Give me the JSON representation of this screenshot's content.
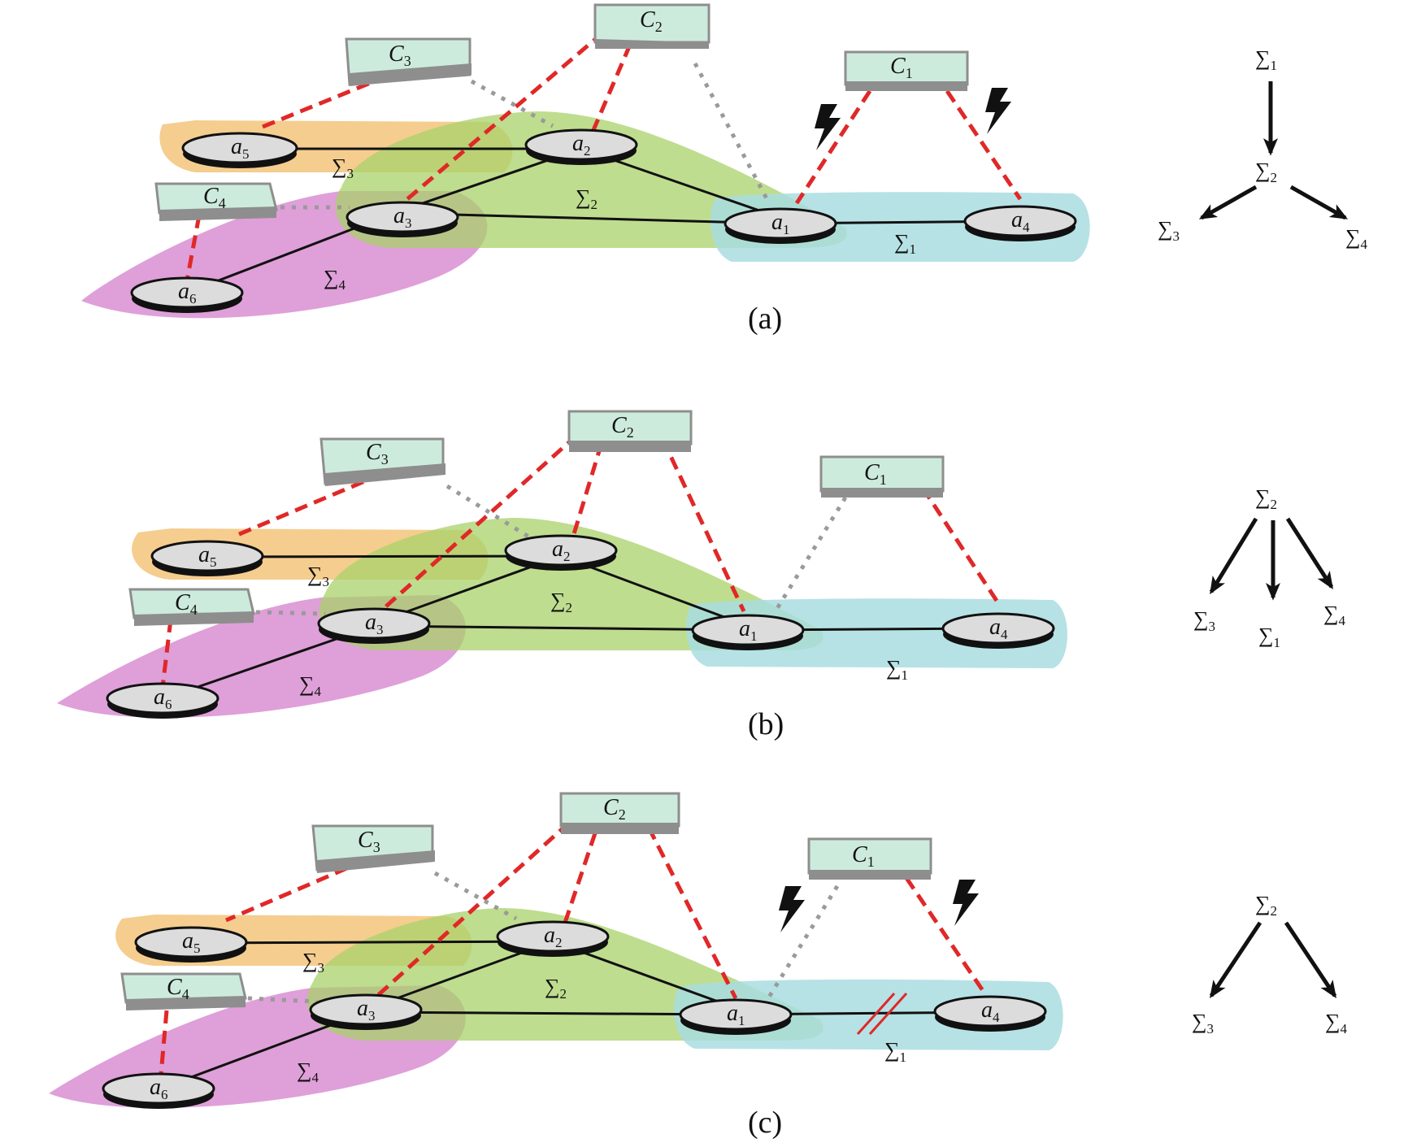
{
  "panels": [
    {
      "caption": "(a)",
      "controllers": {
        "c1": "C",
        "c1s": "1",
        "c2": "C",
        "c2s": "2",
        "c3": "C",
        "c3s": "3",
        "c4": "C",
        "c4s": "4"
      },
      "nodes": {
        "a1": "a",
        "a1s": "1",
        "a2": "a",
        "a2s": "2",
        "a3": "a",
        "a3s": "3",
        "a4": "a",
        "a4s": "4",
        "a5": "a",
        "a5s": "5",
        "a6": "a",
        "a6s": "6"
      },
      "regions": {
        "s1": "∑",
        "s1s": "1",
        "s2": "∑",
        "s2s": "2",
        "s3": "∑",
        "s3s": "3",
        "s4": "∑",
        "s4s": "4"
      },
      "tree": {
        "top": "∑",
        "top_s": "1",
        "mid": "∑",
        "mid_s": "2",
        "left": "∑",
        "left_s": "3",
        "right": "∑",
        "right_s": "4"
      }
    },
    {
      "caption": "(b)",
      "controllers": {
        "c1": "C",
        "c1s": "1",
        "c2": "C",
        "c2s": "2",
        "c3": "C",
        "c3s": "3",
        "c4": "C",
        "c4s": "4"
      },
      "nodes": {
        "a1": "a",
        "a1s": "1",
        "a2": "a",
        "a2s": "2",
        "a3": "a",
        "a3s": "3",
        "a4": "a",
        "a4s": "4",
        "a5": "a",
        "a5s": "5",
        "a6": "a",
        "a6s": "6"
      },
      "regions": {
        "s1": "∑",
        "s1s": "1",
        "s2": "∑",
        "s2s": "2",
        "s3": "∑",
        "s3s": "3",
        "s4": "∑",
        "s4s": "4"
      },
      "tree": {
        "top": "∑",
        "top_s": "2",
        "left": "∑",
        "left_s": "3",
        "mid": "∑",
        "mid_s": "1",
        "right": "∑",
        "right_s": "4"
      }
    },
    {
      "caption": "(c)",
      "controllers": {
        "c1": "C",
        "c1s": "1",
        "c2": "C",
        "c2s": "2",
        "c3": "C",
        "c3s": "3",
        "c4": "C",
        "c4s": "4"
      },
      "nodes": {
        "a1": "a",
        "a1s": "1",
        "a2": "a",
        "a2s": "2",
        "a3": "a",
        "a3s": "3",
        "a4": "a",
        "a4s": "4",
        "a5": "a",
        "a5s": "5",
        "a6": "a",
        "a6s": "6"
      },
      "regions": {
        "s1": "∑",
        "s1s": "1",
        "s2": "∑",
        "s2s": "2",
        "s3": "∑",
        "s3s": "3",
        "s4": "∑",
        "s4s": "4"
      },
      "tree": {
        "top": "∑",
        "top_s": "2",
        "left": "∑",
        "left_s": "3",
        "right": "∑",
        "right_s": "4"
      }
    }
  ],
  "colors": {
    "region_s1": "#a9dde0",
    "region_s2": "#a8d26a",
    "region_s3": "#f3c47a",
    "region_s4": "#d98ed2",
    "control_link": "#e02828",
    "inactive_link": "#9a9a9a",
    "controller_top": "#cdebdc",
    "controller_side": "#8e8e8e",
    "node_fill": "#dcdcdc"
  }
}
